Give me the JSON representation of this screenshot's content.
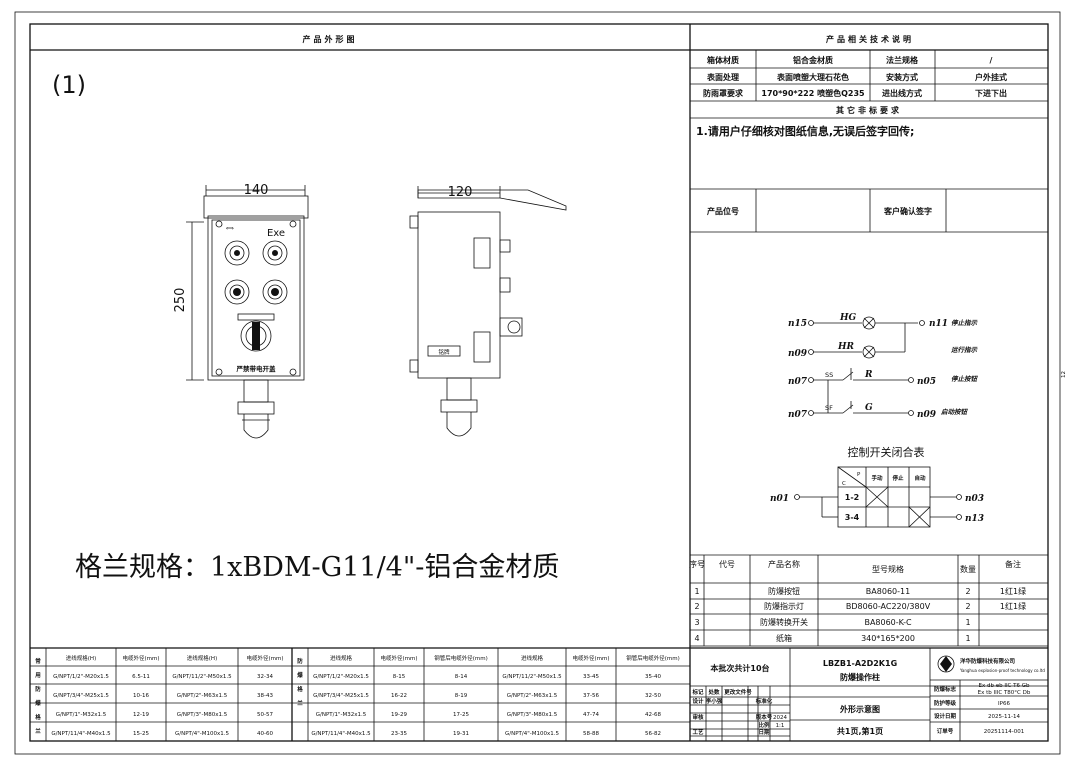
{
  "header": {
    "left_title": "产品外形图",
    "right_title": "产品相关技术说明"
  },
  "drawing": {
    "index_label": "(1)",
    "dim_width": "140",
    "dim_height": "250",
    "dim_side_width": "120",
    "marking": "Exe",
    "switch_caption": "严禁带电开盖",
    "side_plate": "铭牌",
    "gland_caption": "格兰规格：1xBDM-G11/4\"-铝合金材质"
  },
  "tech_spec": {
    "rows": [
      [
        "箱体材质",
        "铝合金材质",
        "法兰规格",
        "/"
      ],
      [
        "表面处理",
        "表面喷塑大理石花色",
        "安装方式",
        "户外挂式"
      ],
      [
        "防雨罩要求",
        "170*90*222 喷塑色Q235",
        "进出线方式",
        "下进下出"
      ]
    ],
    "other_title": "其它非标要求",
    "note": "1.请用户仔细核对图纸信息,无误后签字回传;",
    "position_label": "产品位号",
    "customer_sign_label": "客户确认签字"
  },
  "circuit": {
    "terms": [
      "n15",
      "n11",
      "n09",
      "n07",
      "n05",
      "n07",
      "n09"
    ],
    "lamps": [
      "HG",
      "HR"
    ],
    "switches": [
      "SS",
      "SF"
    ],
    "contacts": [
      "R",
      "G"
    ],
    "labels": [
      "停止指示",
      "运行指示",
      "停止按钮",
      "启动按钮"
    ],
    "switch_table_title": "控制开关闭合表",
    "switch_table_corner_p": "P",
    "switch_table_corner_c": "C",
    "switch_table_cols": [
      "手动",
      "停止",
      "自动"
    ],
    "switch_table_rows": [
      "1-2",
      "3-4"
    ],
    "switch_table_terms": [
      "n01",
      "n03",
      "n13"
    ]
  },
  "parts": {
    "headers": [
      "序号",
      "代号",
      "产品名称",
      "型号规格",
      "数量",
      "备注"
    ],
    "rows": [
      [
        "1",
        "",
        "防爆按钮",
        "BA8060-11",
        "2",
        "1红1绿"
      ],
      [
        "2",
        "",
        "防爆指示灯",
        "BD8060-AC220/380V",
        "2",
        "1红1绿"
      ],
      [
        "3",
        "",
        "防爆转换开关",
        "BA8060-K-C",
        "1",
        ""
      ],
      [
        "4",
        "",
        "纸箱",
        "340*165*200",
        "1",
        ""
      ]
    ]
  },
  "gland_table": {
    "left_side_label": "常用防爆格兰",
    "mid_side_label": "防爆格兰",
    "headers": [
      "进线规格(H)",
      "电缆外径(mm)",
      "进线规格(H)",
      "电缆外径(mm)",
      "进线规格",
      "电缆外径(mm)",
      "钢管后电缆外径(mm)",
      "进线规格",
      "电缆外径(mm)",
      "钢管后电缆外径(mm)"
    ],
    "rows": [
      [
        "G/NPT/1/2\"-M20x1.5",
        "6.5-11",
        "G/NPT/11/2\"-M50x1.5",
        "32-34",
        "G/NPT/1/2\"-M20x1.5",
        "8-15",
        "8-14",
        "G/NPT/11/2\"-M50x1.5",
        "33-45",
        "35-40"
      ],
      [
        "G/NPT/3/4\"-M25x1.5",
        "10-16",
        "G/NPT/2\"-M63x1.5",
        "38-43",
        "G/NPT/3/4\"-M25x1.5",
        "16-22",
        "8-19",
        "G/NPT/2\"-M63x1.5",
        "37-56",
        "32-50"
      ],
      [
        "G/NPT/1\"-M32x1.5",
        "12-19",
        "G/NPT/3\"-M80x1.5",
        "50-57",
        "G/NPT/1\"-M32x1.5",
        "19-29",
        "17-25",
        "G/NPT/3\"-M80x1.5",
        "47-74",
        "42-68"
      ],
      [
        "G/NPT/11/4\"-M40x1.5",
        "15-25",
        "G/NPT/4\"-M100x1.5",
        "40-60",
        "G/NPT/11/4\"-M40x1.5",
        "23-35",
        "19-31",
        "G/NPT/4\"-M100x1.5",
        "58-88",
        "56-82"
      ]
    ]
  },
  "title_block": {
    "batch": "本批次共计10台",
    "model": "LBZB1-A2D2K1G",
    "product_name": "防爆操作柱",
    "company_cn": "洋华防爆科技有限公司",
    "company_en": "Yanghua explosion-proof technology co.ltd",
    "explosion_label": "防爆标志",
    "explosion_mark_1": "Ex db eb IIC T6 Gb",
    "explosion_mark_2": "Ex tb IIIC T80°C Db",
    "protection_label": "防护等级",
    "protection_value": "IP66",
    "design_date_label": "设计日期",
    "design_date_value": "2025-11-14",
    "order_label": "订单号",
    "order_value": "20251114-001",
    "drawing_name": "外形示意图",
    "page": "共1页,第1页",
    "revision_labels": [
      "标记",
      "处数",
      "更改文件号"
    ],
    "sign_labels": [
      "设计",
      "审核",
      "工艺"
    ],
    "sign_names": [
      "李小强"
    ],
    "mid_labels": [
      "标准化",
      "版本号",
      "比例",
      "日期"
    ],
    "version_value": "2024",
    "scale_value": "1:1",
    "revision_dates": [
      "",
      "",
      ""
    ]
  },
  "margin_mark": "12"
}
